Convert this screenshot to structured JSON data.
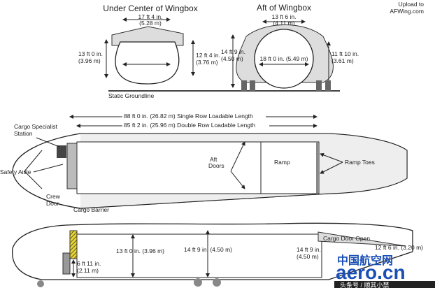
{
  "upload_note": [
    "Upload to",
    "AFWing.com"
  ],
  "section_under_wingbox": {
    "title": "Under Center of Wingbox",
    "top_width": [
      "17 ft 4 in.",
      "(5.28 m)"
    ],
    "left_height": [
      "13 ft 0 in.",
      "(3.96 m)"
    ],
    "right_height": [
      "12 ft 4 in.",
      "(3.76 m)"
    ],
    "groundline": "Static Groundline"
  },
  "section_aft_wingbox": {
    "title": "Aft of Wingbox",
    "top_width": [
      "13 ft 6 in.",
      "(4.11 m)"
    ],
    "left_height": [
      "14 ft 9 in.",
      "(4.50 m)"
    ],
    "floor_width": "18 ft 0 in. (5.49 m)",
    "right_height": [
      "11 ft 10 in.",
      "(3.61 m)"
    ]
  },
  "plan_view": {
    "single_row": "88 ft 0 in. (26.82 m) Single Row Loadable Length",
    "double_row": "85 ft 2 in. (25.96 m) Double Row Loadable Length",
    "cargo_specialist": [
      "Cargo Specialist",
      "Station"
    ],
    "aft_doors": [
      "Aft",
      "Doors"
    ],
    "ramp": "Ramp",
    "ramp_toes": "Ramp Toes",
    "safety_aisle": "Safety Aisle",
    "crew_door": [
      "Crew",
      "Door"
    ],
    "cargo_barrier": "Cargo Barrier"
  },
  "side_view": {
    "door_height": [
      "6 ft 11 in.",
      "(2.11 m)"
    ],
    "fwd_height": "13 ft 0 in. (3.96 m)",
    "mid_height": "14 ft 9 in. (4.50 m)",
    "cargo_door": "Cargo Door Open",
    "ramp_height": [
      "14 ft 9 in.",
      "(4.50 m)"
    ],
    "aft_height": "12 ft 6 in. (3.20 m)"
  },
  "watermark": {
    "cn": "中国航空网",
    "en": "aero.cn",
    "sub": "头条号 / 顺其小禁"
  }
}
